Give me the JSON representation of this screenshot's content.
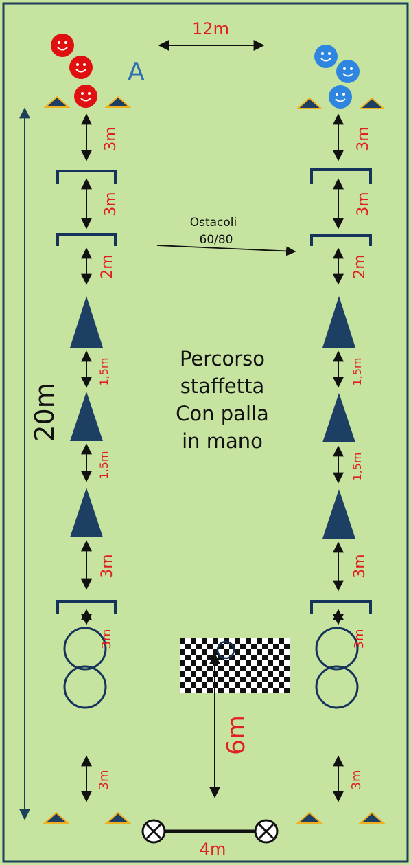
{
  "colors": {
    "field": "#c6e3a0",
    "border": "#1d3f5a",
    "navy": "#15335b",
    "red_label": "#e02020",
    "red_ball": "#e01010",
    "blue_ball": "#2f86e0",
    "cone_fill": "#1d3f63",
    "cone_edge": "#f0b020",
    "arrow": "#111111",
    "team_letter": "#2f6fb0"
  },
  "header": {
    "width_label": "12m",
    "team_letter": "A"
  },
  "side": {
    "length_label": "20m"
  },
  "obstacles": {
    "label_line1": "Ostacoli",
    "label_line2": "60/80"
  },
  "center": {
    "title_lines": [
      "Percorso",
      "staffetta",
      "Con palla",
      "in mano"
    ]
  },
  "distances": {
    "seg1": "3m",
    "seg2": "3m",
    "seg3": "2m",
    "seg4": "1,5m",
    "seg5": "1,5m",
    "seg6": "3m",
    "seg7": "3m",
    "seg8": "3m"
  },
  "finish": {
    "distance_label": "6m",
    "width_label": "4m"
  },
  "icons": {
    "ball": "smiley-ball-icon",
    "cone_small": "marker-cone-icon",
    "cone_tall": "tall-cone-icon",
    "hurdle": "hurdle-icon",
    "hoop": "hoop-icon",
    "post": "cross-post-icon",
    "finish_flag": "checkered-flag-icon"
  }
}
